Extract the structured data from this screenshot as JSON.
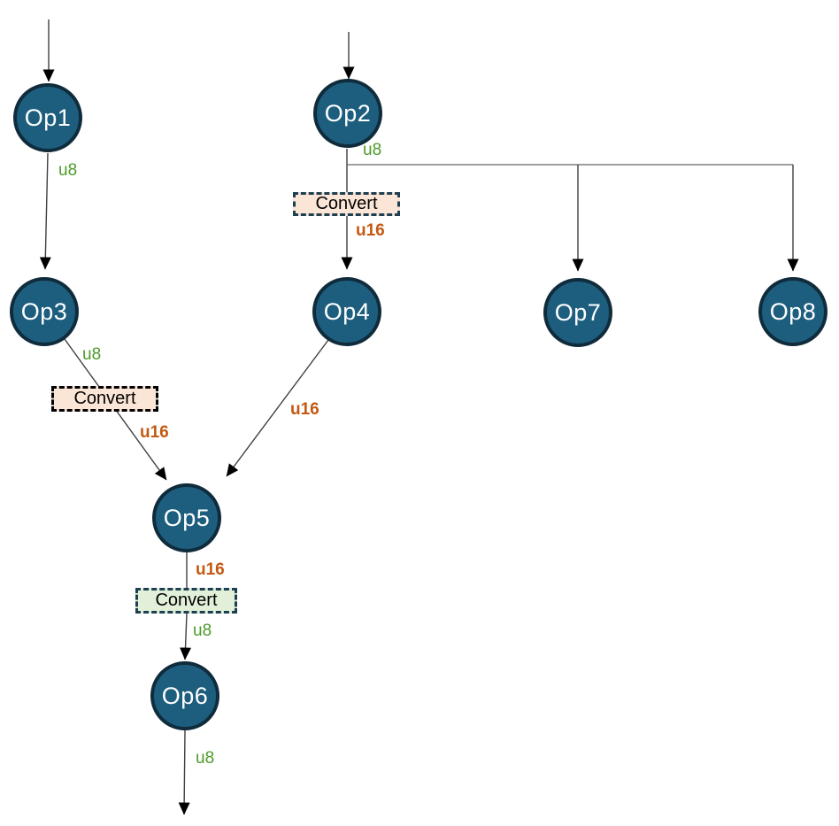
{
  "diagram": {
    "nodes": {
      "op1": {
        "label": "Op1"
      },
      "op2": {
        "label": "Op2"
      },
      "op3": {
        "label": "Op3"
      },
      "op4": {
        "label": "Op4"
      },
      "op5": {
        "label": "Op5"
      },
      "op6": {
        "label": "Op6"
      },
      "op7": {
        "label": "Op7"
      },
      "op8": {
        "label": "Op8"
      }
    },
    "convert_boxes": {
      "after_op2": {
        "label": "Convert",
        "style": "peach, dark-teal dashed border"
      },
      "after_op3": {
        "label": "Convert",
        "style": "peach, black dashed border"
      },
      "after_op5": {
        "label": "Convert",
        "style": "green, dark-teal dashed border"
      }
    },
    "edge_labels": {
      "op1_out": "u8",
      "op2_out": "u8",
      "convert_after_op2_out": "u16",
      "op3_out": "u8",
      "convert_after_op3_out": "u16",
      "op4_to_op5": "u16",
      "op5_out": "u16",
      "convert_after_op5_out": "u8",
      "op6_out": "u8"
    },
    "colors": {
      "node_fill": "#1d5e7e",
      "node_border": "#102c3c",
      "u8_label": "#4e9a28",
      "u16_label": "#c45911",
      "convert_fill_peach": "#fbe5d6",
      "convert_fill_green": "#e2f0d9",
      "convert_border_teal": "#1c3f52",
      "convert_border_black": "#000000",
      "edge": "#3f3f3f",
      "branch_edge": "#666666",
      "arrowhead": "#000000"
    }
  }
}
